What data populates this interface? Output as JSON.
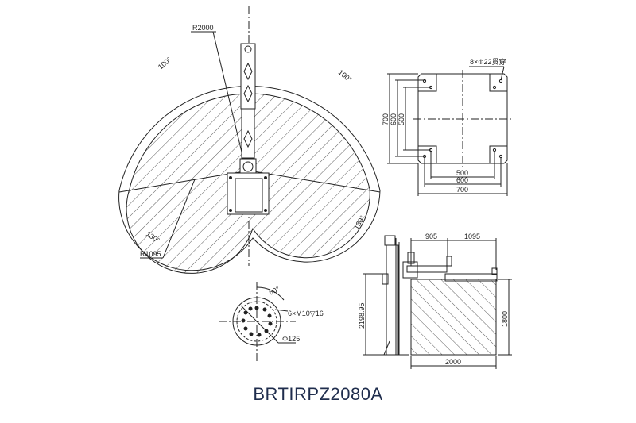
{
  "model_name": "BRTIRPZ2080A",
  "top_view": {
    "radius_outer_label": "R2000",
    "radius_inner_label": "R1095",
    "angle_top_left": "100°",
    "angle_top_right": "100°",
    "angle_bottom_left": "130°",
    "angle_bottom_right": "130°"
  },
  "base_plate": {
    "hole_note": "8×Φ22贯穿",
    "width_dims": [
      "500",
      "600",
      "700"
    ],
    "height_dims": [
      "700",
      "600",
      "500"
    ]
  },
  "flange": {
    "angle": "60°",
    "thread_note": "6×M10▽16",
    "diameter": "Φ125"
  },
  "side_view": {
    "reach_1": "905",
    "reach_2": "1095",
    "total_height": "2198.95",
    "work_height": "1800",
    "work_width": "2000"
  },
  "colors": {
    "line": "#222222",
    "title": "#1f2d4d"
  }
}
